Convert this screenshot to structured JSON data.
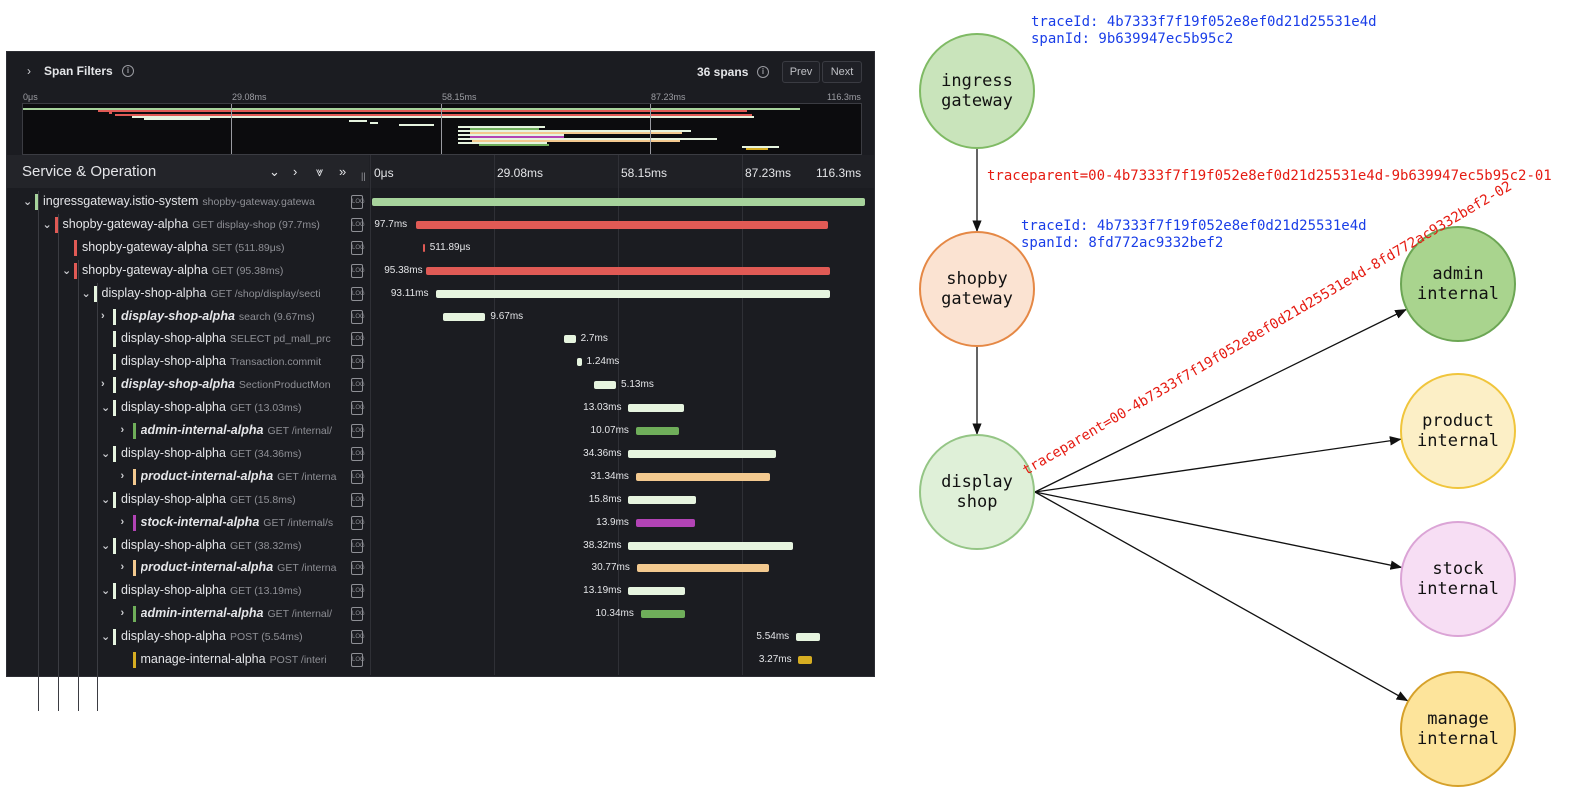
{
  "trace_panel": {
    "span_filters_label": "Span Filters",
    "span_count": "36 spans",
    "prev_label": "Prev",
    "next_label": "Next",
    "minimap_ticks": [
      "0μs",
      "29.08ms",
      "58.15ms",
      "87.23ms",
      "116.3ms"
    ],
    "column_header": "Service & Operation",
    "ruler_ticks": [
      "0μs",
      "29.08ms",
      "58.15ms",
      "87.23ms",
      "116.3ms"
    ],
    "spans": [
      {
        "service": "ingressgateway.istio-system",
        "op": "shopby-gateway.gatewa",
        "dur": "",
        "start": 0.0,
        "end": 1.0,
        "color": "#a7d39c",
        "depth": 0,
        "italic": false,
        "expand": "down"
      },
      {
        "service": "shopby-gateway-alpha",
        "op": "GET display-shop (97.7ms)",
        "dur": "97.7ms",
        "start": 0.09,
        "end": 0.925,
        "color": "#e05a55",
        "depth": 1,
        "italic": false,
        "expand": "down"
      },
      {
        "service": "shopby-gateway-alpha",
        "op": "SET (511.89μs)",
        "dur": "511.89μs",
        "start": 0.103,
        "end": 0.107,
        "color": "#e05a55",
        "depth": 2,
        "italic": false,
        "expand": ""
      },
      {
        "service": "shopby-gateway-alpha",
        "op": "GET (95.38ms)",
        "dur": "95.38ms",
        "start": 0.11,
        "end": 0.93,
        "color": "#e05a55",
        "depth": 2,
        "italic": false,
        "expand": "down"
      },
      {
        "service": "display-shop-alpha",
        "op": "GET /shop/display/secti",
        "dur": "93.11ms",
        "start": 0.13,
        "end": 0.93,
        "color": "#e6f4df",
        "depth": 3,
        "italic": false,
        "expand": "down"
      },
      {
        "service": "display-shop-alpha",
        "op": "search (9.67ms)",
        "dur": "9.67ms",
        "start": 0.145,
        "end": 0.23,
        "color": "#e6f4df",
        "depth": 4,
        "italic": true,
        "expand": "right"
      },
      {
        "service": "display-shop-alpha",
        "op": "SELECT pd_mall_prc",
        "dur": "2.7ms",
        "start": 0.39,
        "end": 0.413,
        "color": "#e6f4df",
        "depth": 4,
        "italic": false,
        "expand": ""
      },
      {
        "service": "display-shop-alpha",
        "op": "Transaction.commit",
        "dur": "1.24ms",
        "start": 0.415,
        "end": 0.425,
        "color": "#e6f4df",
        "depth": 4,
        "italic": false,
        "expand": ""
      },
      {
        "service": "display-shop-alpha",
        "op": "SectionProductMon",
        "dur": "5.13ms",
        "start": 0.45,
        "end": 0.495,
        "color": "#e6f4df",
        "depth": 4,
        "italic": true,
        "expand": "right"
      },
      {
        "service": "display-shop-alpha",
        "op": "GET (13.03ms)",
        "dur": "13.03ms",
        "start": 0.52,
        "end": 0.632,
        "color": "#e6f4df",
        "depth": 4,
        "italic": false,
        "expand": "down"
      },
      {
        "service": "admin-internal-alpha",
        "op": "GET /internal/",
        "dur": "10.07ms",
        "start": 0.535,
        "end": 0.623,
        "color": "#6fae5a",
        "depth": 5,
        "italic": true,
        "expand": "right"
      },
      {
        "service": "display-shop-alpha",
        "op": "GET (34.36ms)",
        "dur": "34.36ms",
        "start": 0.52,
        "end": 0.82,
        "color": "#e6f4df",
        "depth": 4,
        "italic": false,
        "expand": "down"
      },
      {
        "service": "product-internal-alpha",
        "op": "GET /interna",
        "dur": "31.34ms",
        "start": 0.535,
        "end": 0.807,
        "color": "#f3c98f",
        "depth": 5,
        "italic": true,
        "expand": "right"
      },
      {
        "service": "display-shop-alpha",
        "op": "GET (15.8ms)",
        "dur": "15.8ms",
        "start": 0.52,
        "end": 0.657,
        "color": "#e6f4df",
        "depth": 4,
        "italic": false,
        "expand": "down"
      },
      {
        "service": "stock-internal-alpha",
        "op": "GET /internal/s",
        "dur": "13.9ms",
        "start": 0.535,
        "end": 0.655,
        "color": "#b243b5",
        "depth": 5,
        "italic": true,
        "expand": "right"
      },
      {
        "service": "display-shop-alpha",
        "op": "GET (38.32ms)",
        "dur": "38.32ms",
        "start": 0.52,
        "end": 0.853,
        "color": "#e6f4df",
        "depth": 4,
        "italic": false,
        "expand": "down"
      },
      {
        "service": "product-internal-alpha",
        "op": "GET /interna",
        "dur": "30.77ms",
        "start": 0.537,
        "end": 0.805,
        "color": "#f3c98f",
        "depth": 5,
        "italic": true,
        "expand": "right"
      },
      {
        "service": "display-shop-alpha",
        "op": "GET (13.19ms)",
        "dur": "13.19ms",
        "start": 0.52,
        "end": 0.635,
        "color": "#e6f4df",
        "depth": 4,
        "italic": false,
        "expand": "down"
      },
      {
        "service": "admin-internal-alpha",
        "op": "GET /internal/",
        "dur": "10.34ms",
        "start": 0.545,
        "end": 0.635,
        "color": "#6fae5a",
        "depth": 5,
        "italic": true,
        "expand": "right"
      },
      {
        "service": "display-shop-alpha",
        "op": "POST (5.54ms)",
        "dur": "5.54ms",
        "start": 0.86,
        "end": 0.908,
        "color": "#e6f4df",
        "depth": 4,
        "italic": false,
        "expand": "down"
      },
      {
        "service": "manage-internal-alpha",
        "op": "POST /interi",
        "dur": "3.27ms",
        "start": 0.865,
        "end": 0.893,
        "color": "#d6ad22",
        "depth": 5,
        "italic": false,
        "expand": ""
      }
    ]
  },
  "diagram": {
    "nodes": [
      {
        "id": "ingress",
        "lines": [
          "ingress",
          "gateway"
        ],
        "fill": "#c9e4bb",
        "stroke": "#7fba64"
      },
      {
        "id": "shopby",
        "lines": [
          "shopby",
          "gateway"
        ],
        "fill": "#fbe3d2",
        "stroke": "#e58845"
      },
      {
        "id": "display",
        "lines": [
          "display",
          "shop"
        ],
        "fill": "#dff0d8",
        "stroke": "#94c585"
      },
      {
        "id": "admin",
        "lines": [
          "admin",
          "internal"
        ],
        "fill": "#a9d48e",
        "stroke": "#6ca654"
      },
      {
        "id": "product",
        "lines": [
          "product",
          "internal"
        ],
        "fill": "#fcefc6",
        "stroke": "#f0c53c"
      },
      {
        "id": "stock",
        "lines": [
          "stock",
          "internal"
        ],
        "fill": "#f7def4",
        "stroke": "#dba4d6"
      },
      {
        "id": "manage",
        "lines": [
          "manage",
          "internal"
        ],
        "fill": "#fde49b",
        "stroke": "#d6a12a"
      }
    ],
    "ids_ingress": {
      "trace": "traceId: 4b7333f7f19f052e8ef0d21d25531e4d",
      "span": "spanId: 9b639947ec5b95c2"
    },
    "ids_shopby": {
      "trace": "traceId: 4b7333f7f19f052e8ef0d21d25531e4d",
      "span": "spanId: 8fd772ac9332bef2"
    },
    "traceparent_1": "traceparent=00-4b7333f7f19f052e8ef0d21d25531e4d-9b639947ec5b95c2-01",
    "traceparent_2": "traceparent=00-4b7333f7f19f052e8ef0d21d25531e4d-8fd772ac9332bef2-02"
  }
}
